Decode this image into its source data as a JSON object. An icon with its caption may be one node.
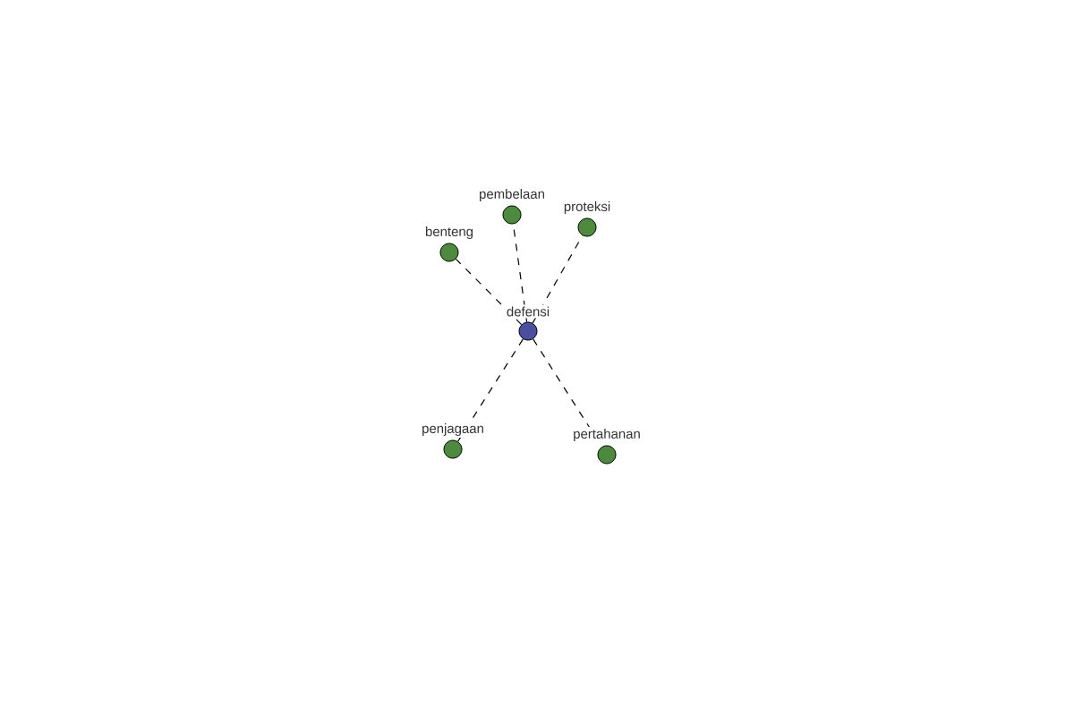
{
  "diagram": {
    "nodes": [
      {
        "text": [
          "pembelaan"
        ]
      },
      {
        "text": [
          "proteksi"
        ]
      },
      {
        "text": [
          "benteng"
        ]
      },
      {
        "text": [
          "defensi"
        ]
      },
      {
        "text": [
          "penjagaan"
        ]
      },
      {
        "text": [
          "pertahanan"
        ]
      }
    ],
    "edges": [
      {
        "from": 3,
        "to": 0,
        "arrow": "none",
        "style": "dashed"
      },
      {
        "from": 3,
        "to": 1,
        "arrow": "none",
        "style": "dashed"
      },
      {
        "from": 3,
        "to": 2,
        "arrow": "none",
        "style": "dashed"
      },
      {
        "from": 3,
        "to": 4,
        "arrow": "none",
        "style": "dashed"
      },
      {
        "from": 3,
        "to": 5,
        "arrow": "none",
        "style": "dashed"
      }
    ]
  }
}
